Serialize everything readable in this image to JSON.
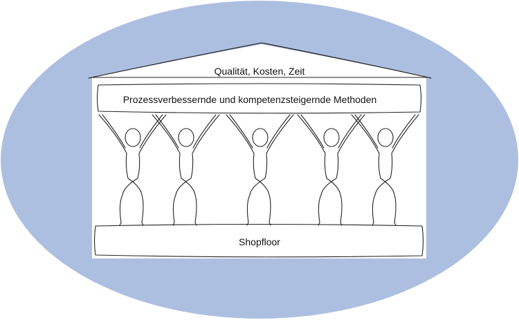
{
  "diagram": {
    "roof_label": "Qualität, Kosten, Zeit",
    "beam_label": "Prozessverbessernde und kompetenzsteigernde Methoden",
    "base_label": "Shopfloor",
    "pillar_count": 5,
    "colors": {
      "ellipse_fill": "#adbfe1",
      "building_fill": "#ffffff",
      "line": "#222222"
    }
  }
}
